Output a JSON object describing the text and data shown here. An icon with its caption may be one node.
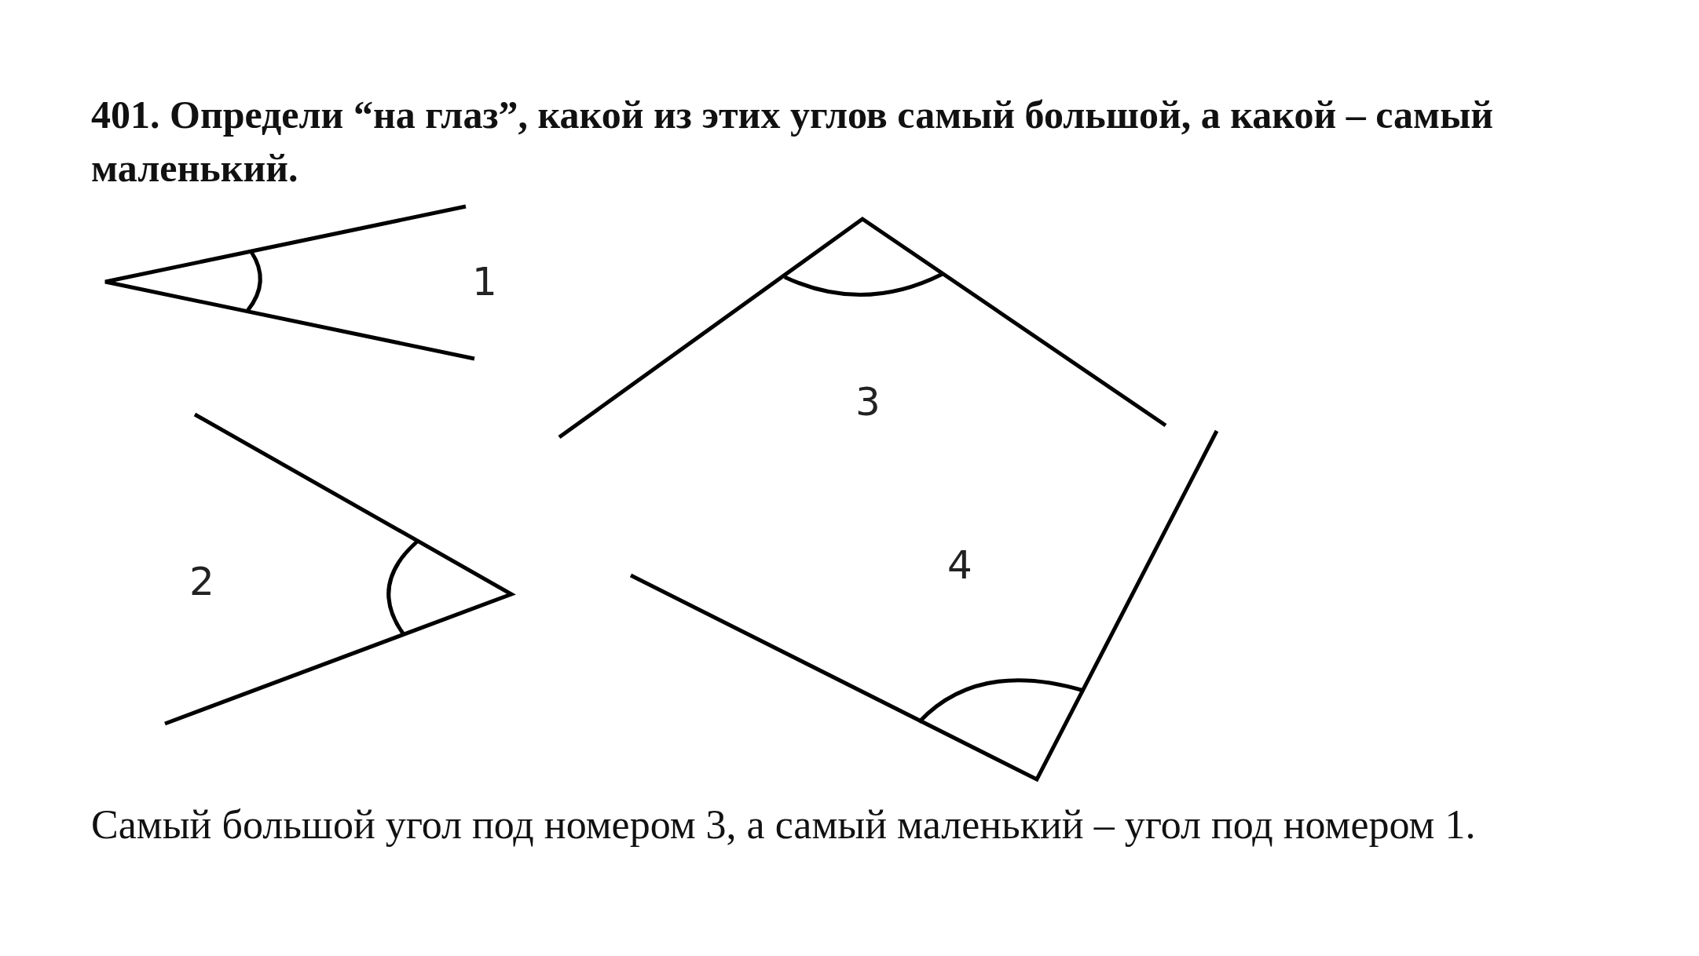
{
  "diagram": {
    "title": "401. Определи “на глаз”, какой из этих углов самый большой, а какой – самый маленький.",
    "caption": "Самый большой угол под номером 3, а самый маленький – угол под номером 1.",
    "labels": [
      "1",
      "3",
      "2",
      "4"
    ]
  }
}
